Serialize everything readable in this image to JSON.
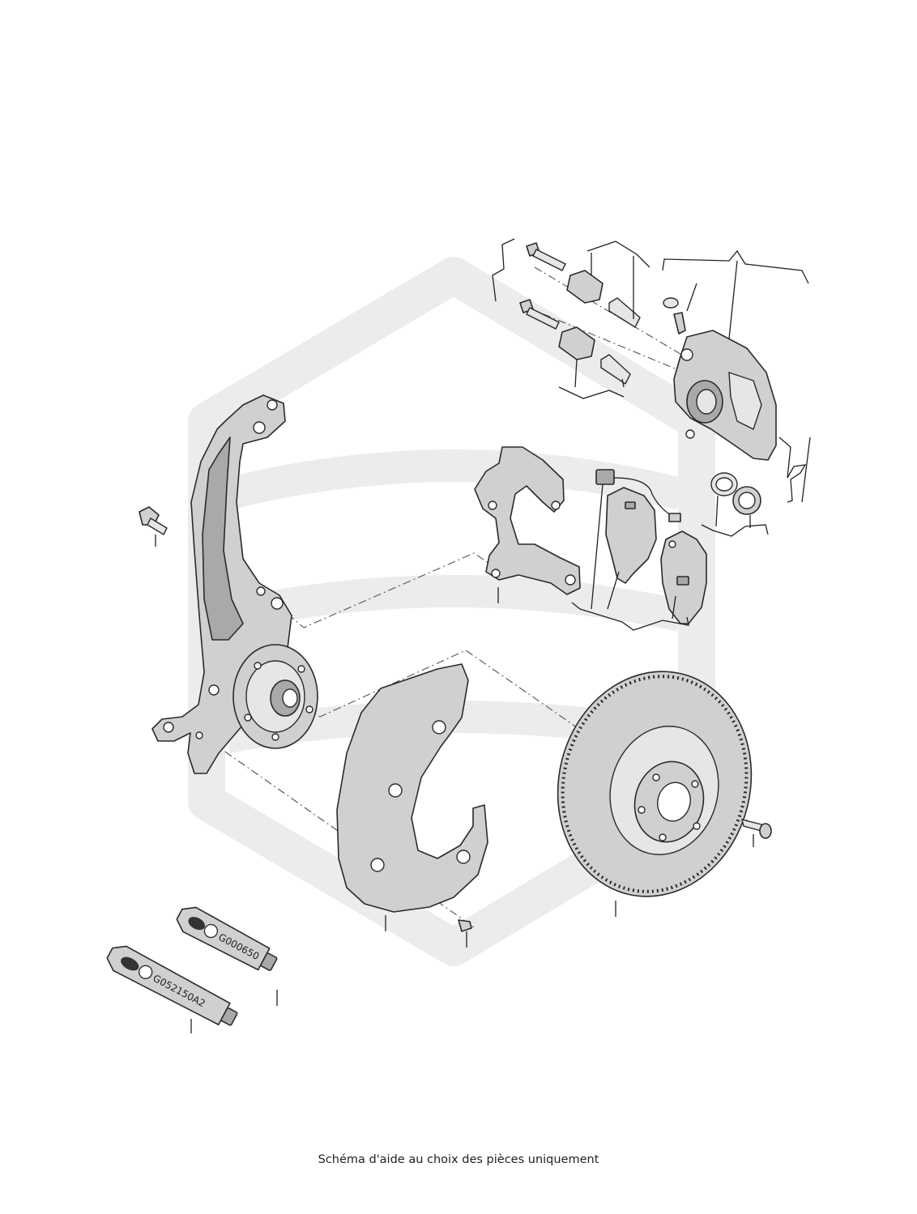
{
  "caption": "Schéma d'aide au choix des pièces uniquement",
  "tubes": [
    {
      "code": "G000650"
    },
    {
      "code": "G052150A2"
    }
  ],
  "colors": {
    "watermark": "#ececec",
    "part_fill": "#d0d0d0",
    "outline": "#2a2a2a"
  }
}
